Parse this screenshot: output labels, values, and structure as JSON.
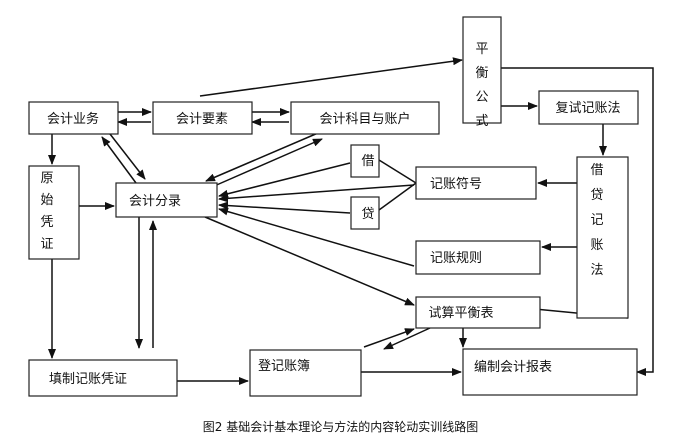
{
  "nodes": {
    "kuaiji_yewu": "会计业务",
    "kuaiji_yaosu": "会计要素",
    "kemu_zhanghu": "会计科目与账户",
    "pingheng_gongshi": "平衡公式",
    "fushi_jizhang": "复试记账法",
    "yuanshi_pingzheng": "原始凭证",
    "kuaiji_fenlu": "会计分录",
    "jie": "借",
    "dai": "贷",
    "jizhang_fuhao": "记账符号",
    "jiedai_jizhang": "借贷记账法",
    "jizhang_guize": "记账规则",
    "shisuan_pingheng": "试算平衡表",
    "tianzhi_pingzheng": "填制记账凭证",
    "dengji_zhangbu": "登记账簿",
    "bianzhi_baobiao": "编制会计报表"
  },
  "caption": "图2 基础会计基本理论与方法的内容轮动实训线路图"
}
